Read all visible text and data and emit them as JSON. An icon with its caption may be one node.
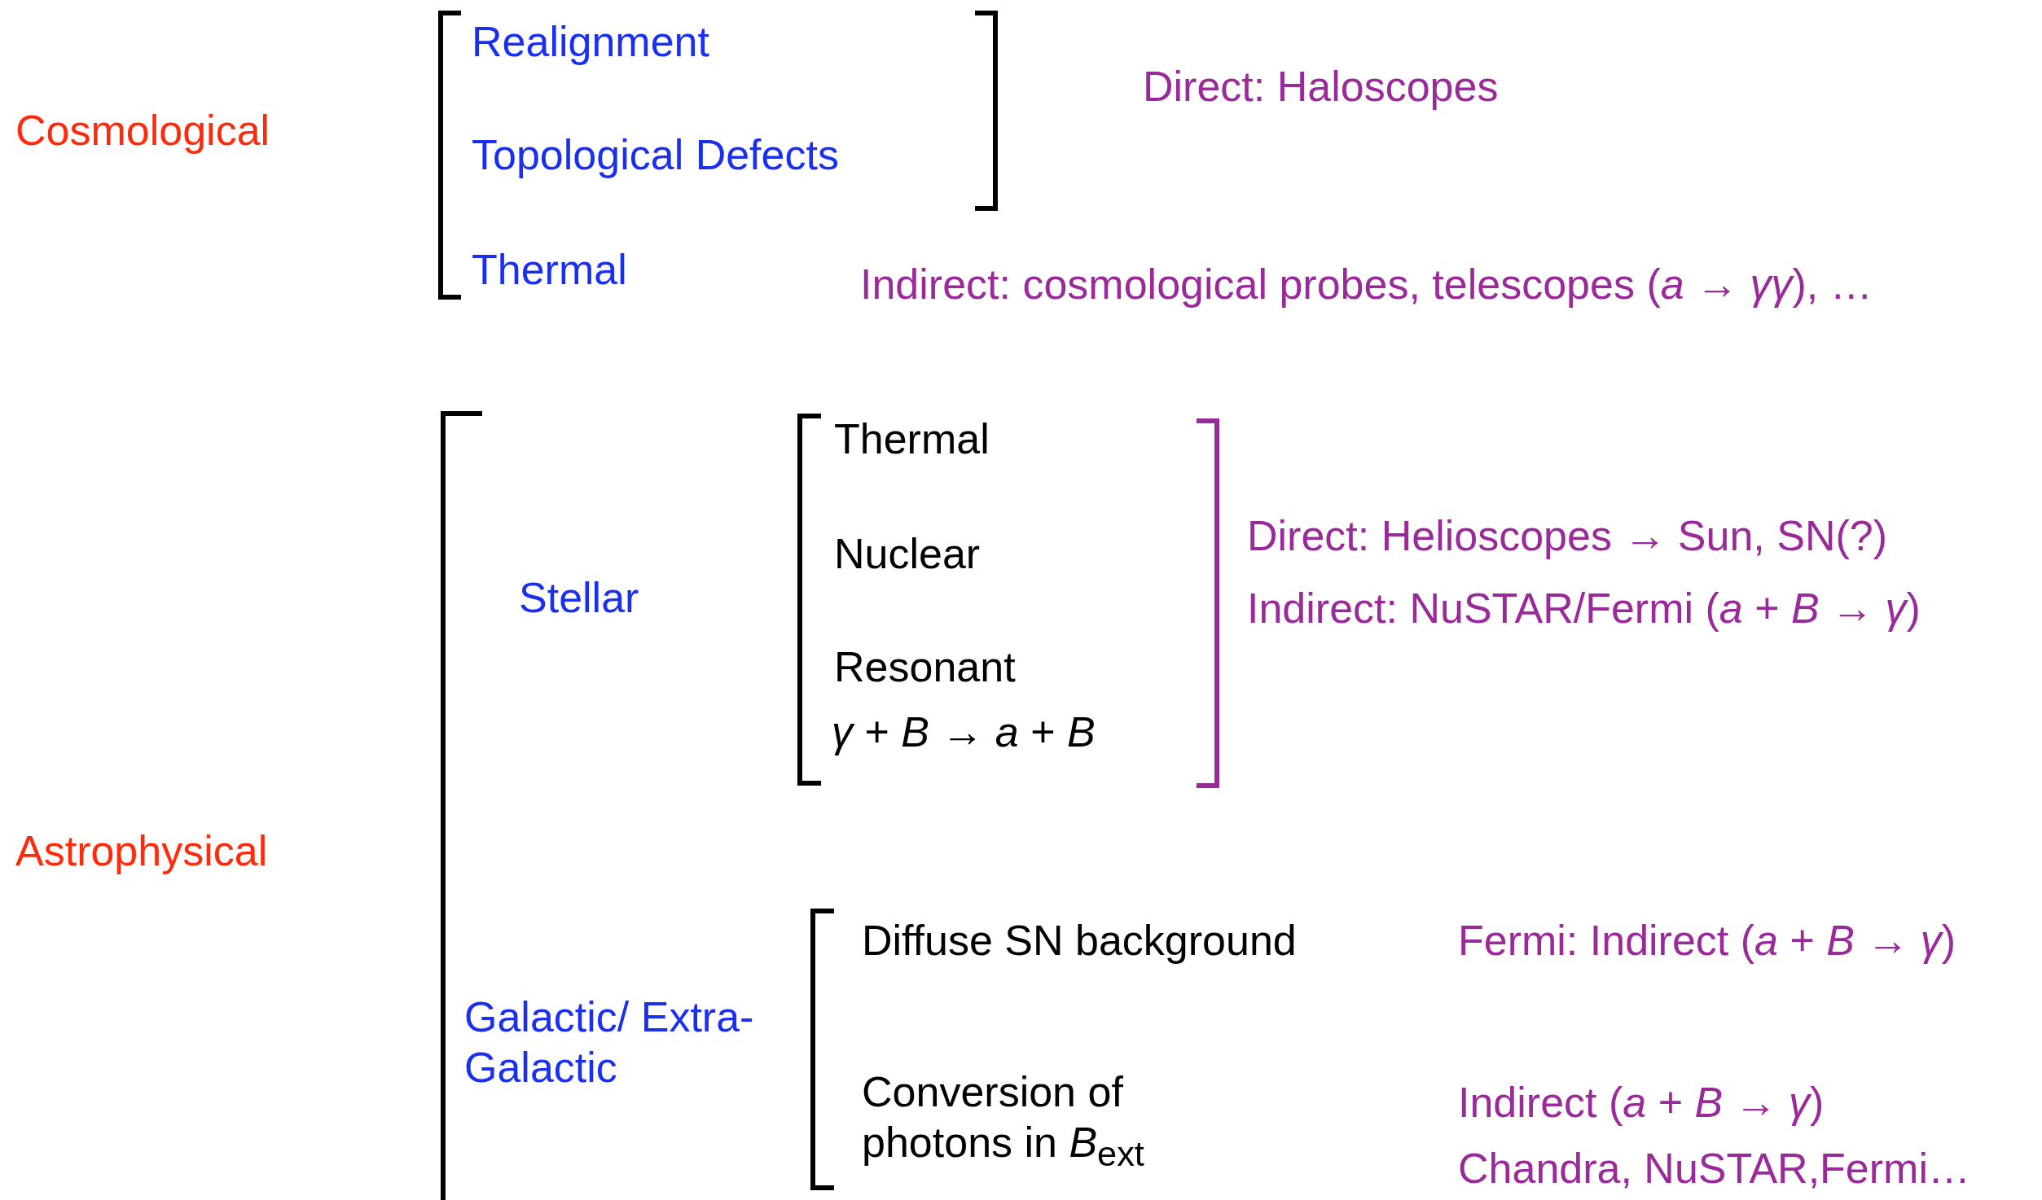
{
  "diagram": {
    "labels": [
      "Cosmological",
      "Realignment",
      "Direct: Haloscopes",
      "Topological Defects",
      "Thermal",
      "Indirect: cosmological probes, telescopes (*a* → *γγ*), …",
      "Thermal",
      "Direct: Helioscopes → Sun, SN(?)",
      "Nuclear",
      "Stellar",
      "Indirect: NuSTAR/Fermi (*a* + *B* → *γ*)",
      "Resonant",
      "*γ* + *B* → *a* + *B*",
      "Astrophysical",
      "Diffuse SN background",
      "Fermi: Indirect (*a* + *B* → *γ*)",
      "Galactic/ Extra-Galactic",
      "Conversion of photons in *B*$_{ext}$",
      "Indirect (*a* + *B* → *γ*)",
      "Chandra, NuSTAR,Fermi…"
    ]
  }
}
